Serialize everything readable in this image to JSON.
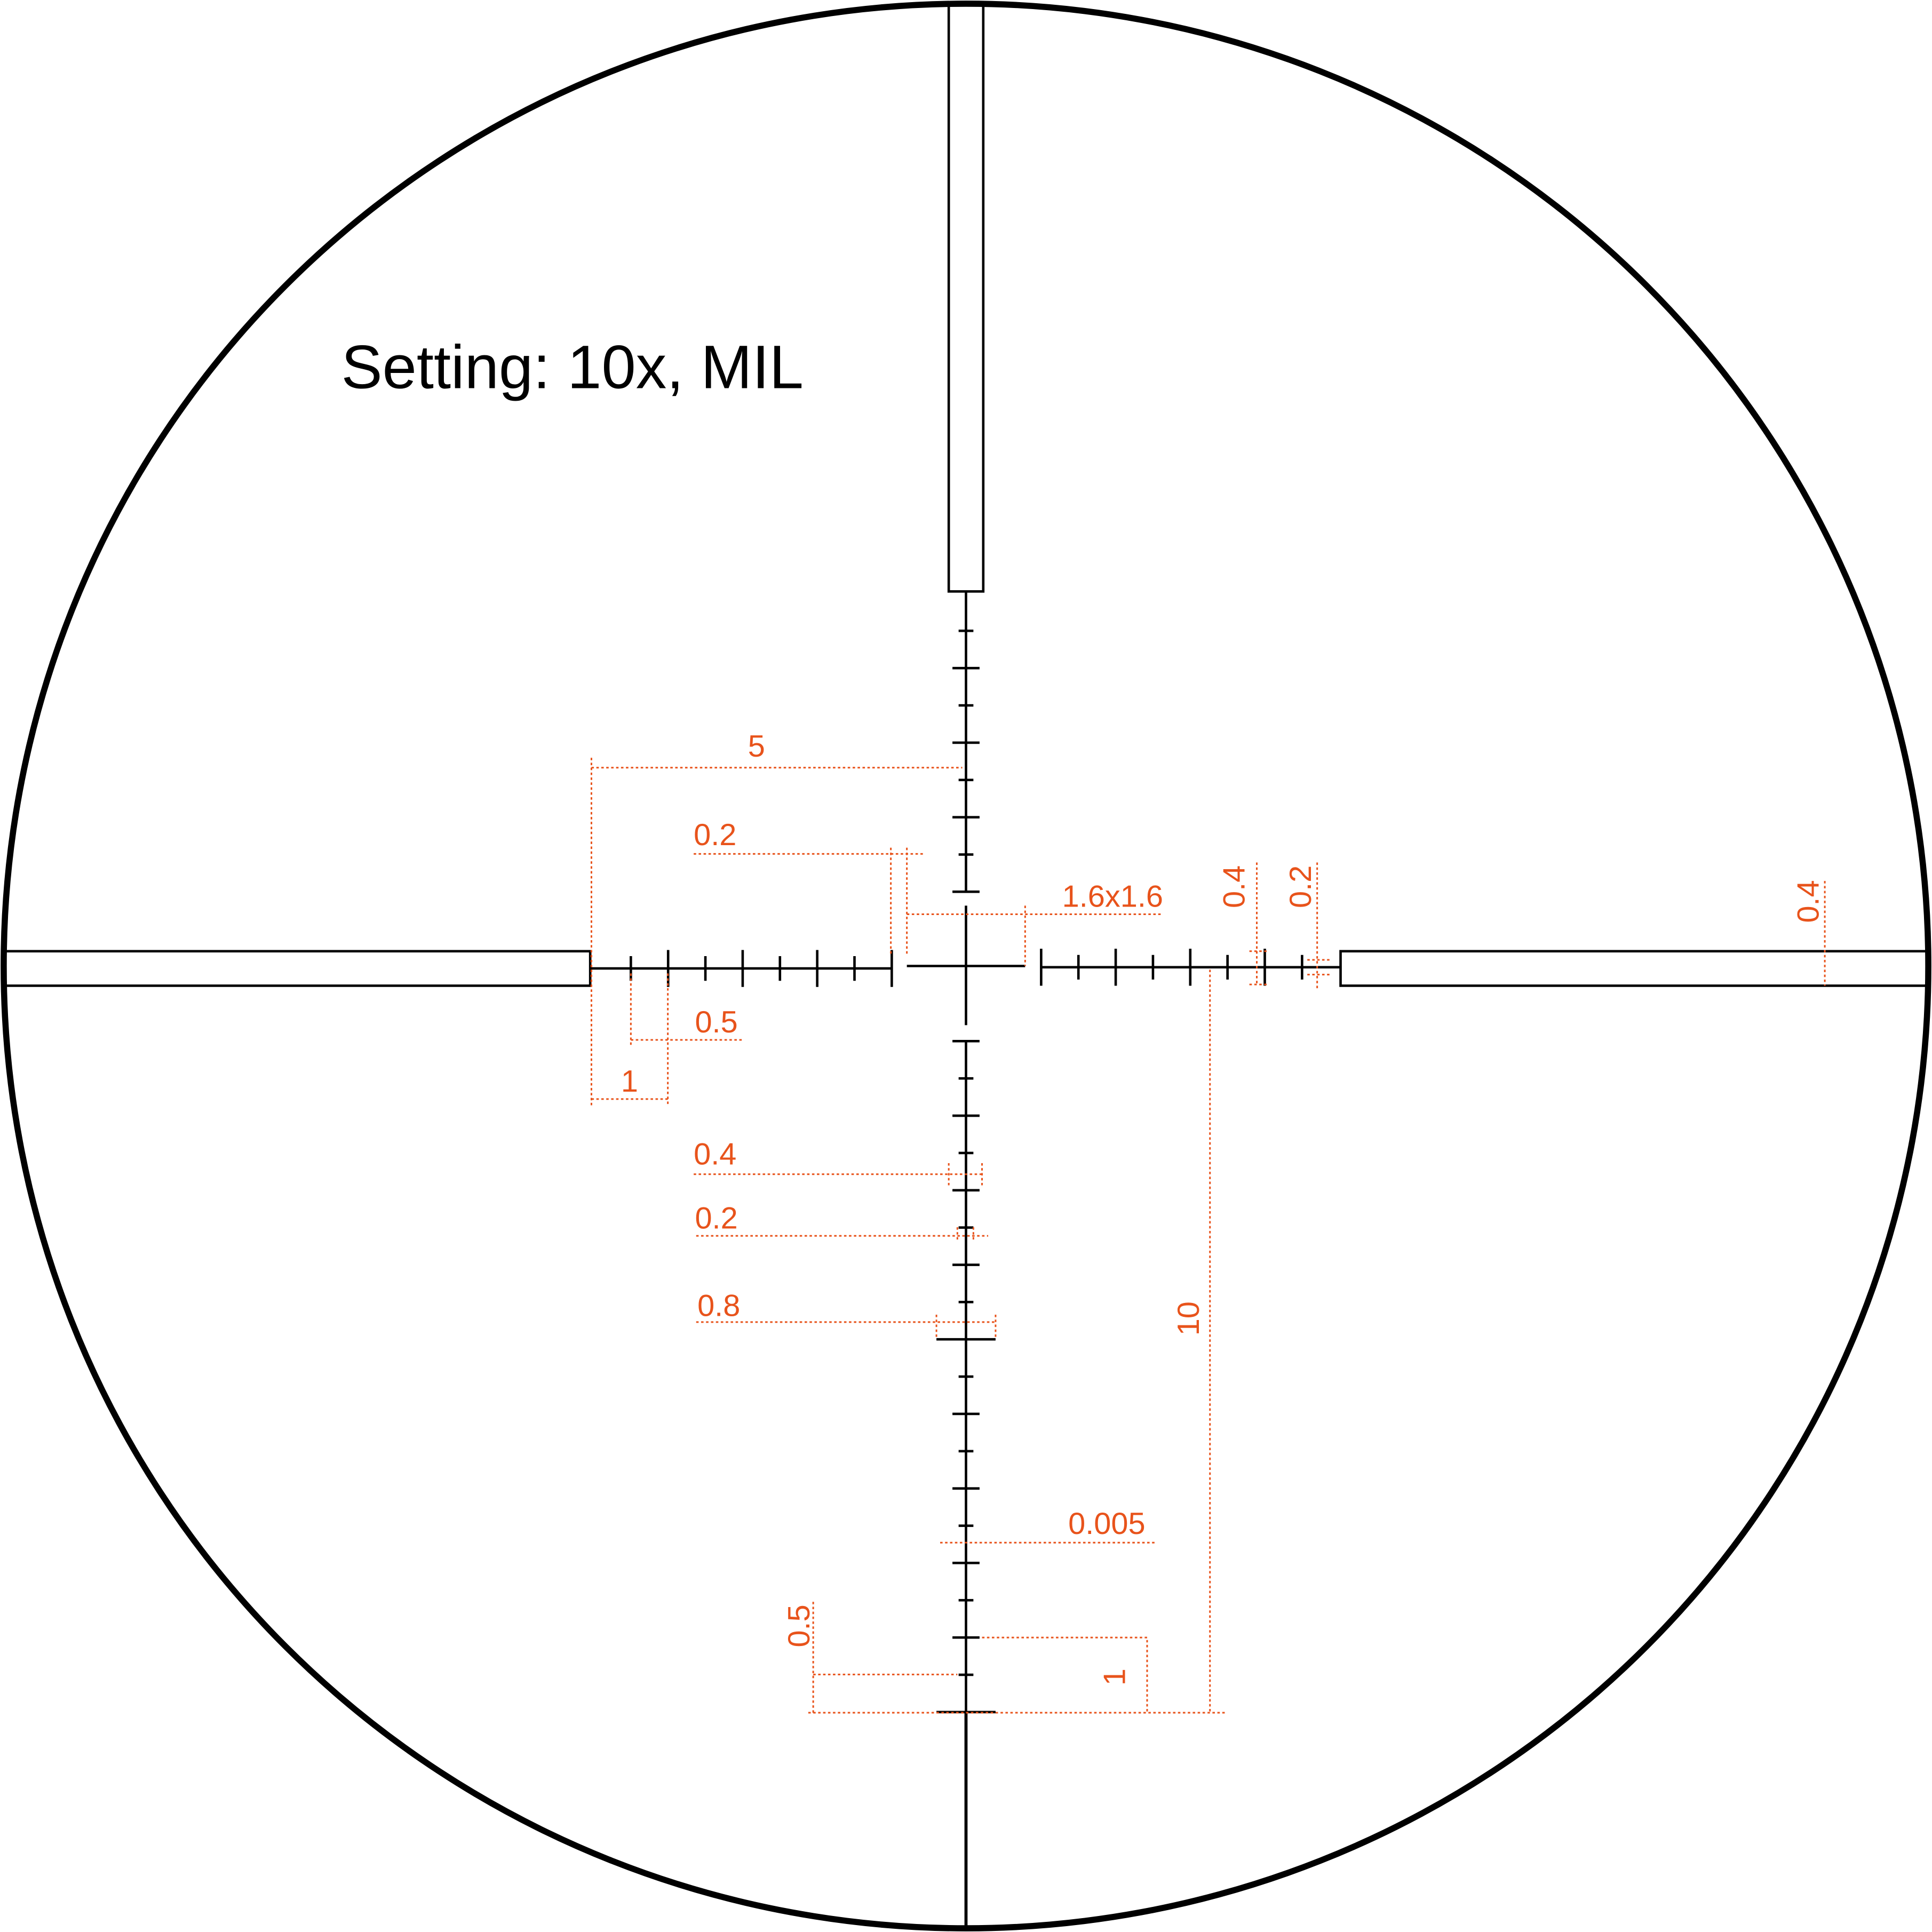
{
  "title": "Setting: 10x, MIL",
  "colors": {
    "reticle": "#000000",
    "annotation": "#e8531b"
  },
  "annotations": {
    "top_span": "5",
    "gap_left": "0.2",
    "center_cross": "1.6x1.6",
    "tick_height_right": "0.4",
    "small_tick_right": "0.2",
    "post_thickness": "0.4",
    "half_mil": "0.5",
    "one_mil": "1",
    "tick_width_04": "0.4",
    "tick_width_02": "0.2",
    "tick_width_08": "0.8",
    "ten_mil": "10",
    "line_width": "0.005",
    "vert_half_mil": "0.5",
    "vert_one_mil": "1"
  }
}
